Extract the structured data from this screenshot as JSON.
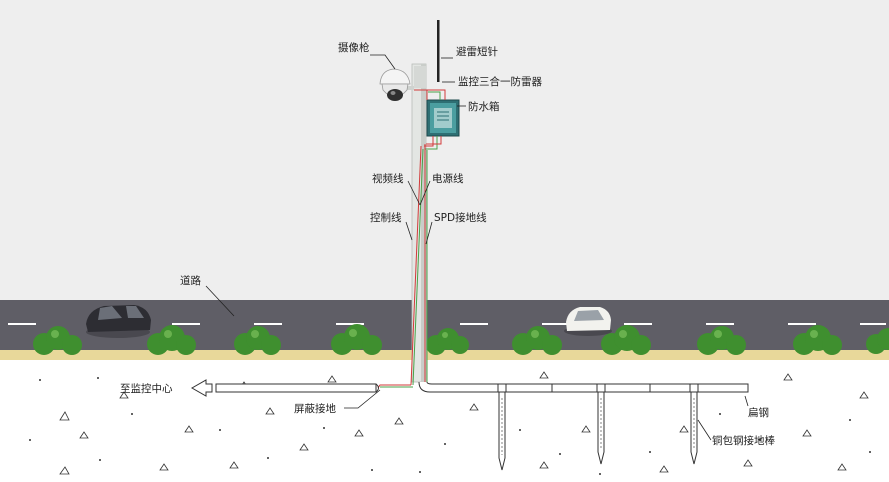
{
  "labels": {
    "camera": "摄像枪",
    "lightning_rod": "避雷短针",
    "surge_protector": "监控三合一防雷器",
    "waterproof_box": "防水箱",
    "video_line": "视频线",
    "power_line": "电源线",
    "control_line": "控制线",
    "spd_ground_line": "SPD接地线",
    "road": "道路",
    "to_center": "至监控中心",
    "shield_ground": "屏蔽接地",
    "flat_steel": "扁钢",
    "ground_rod": "铜包钢接地棒"
  },
  "colors": {
    "sky": "#eeeeee",
    "road": "#5f5e66",
    "curb": "#e8d89a",
    "ground": "#ffffff",
    "pole": "#e3e6e3",
    "red_wire": "#d23a3a",
    "green_wire": "#49a24a"
  }
}
